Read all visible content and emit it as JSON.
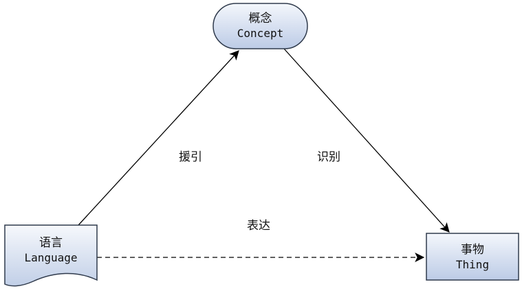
{
  "nodes": {
    "concept": {
      "zh": "概念",
      "en": "Concept"
    },
    "language": {
      "zh": "语言",
      "en": "Language"
    },
    "thing": {
      "zh": "事物",
      "en": "Thing"
    }
  },
  "edges": {
    "language_to_concept": {
      "label": "援引"
    },
    "concept_to_thing": {
      "label": "识别"
    },
    "language_to_thing": {
      "label": "表达"
    }
  },
  "colors": {
    "node_fill_top": "#f4f7fc",
    "node_fill_bottom": "#bccbe6",
    "node_stroke": "#2f3a4c",
    "edge": "#000000"
  }
}
